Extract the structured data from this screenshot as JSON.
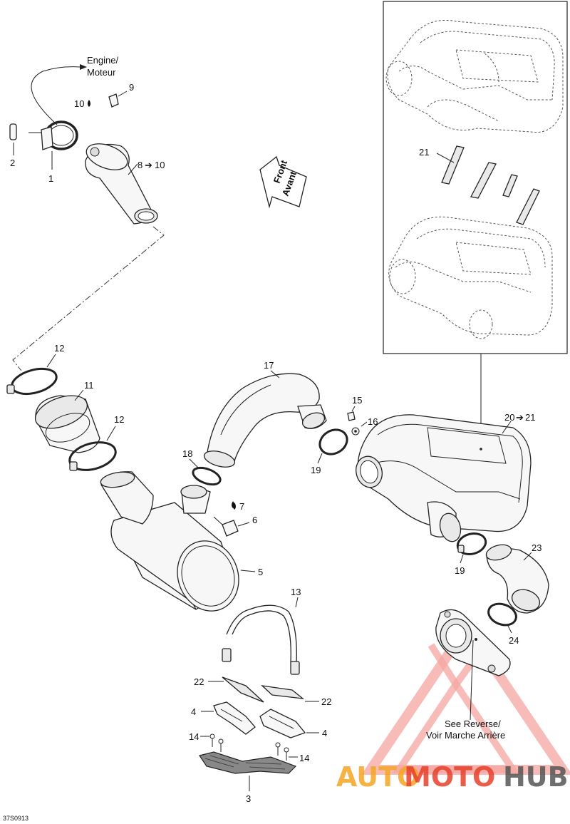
{
  "engine_label_line1": "Engine/",
  "engine_label_line2": "Moteur",
  "front_label_line1": "Front",
  "front_label_line2": "Avant",
  "see_reverse_line1": "See Reverse/",
  "see_reverse_line2": "Voir Marche Arrière",
  "figure_code": "37S0913",
  "watermark": {
    "part1": "AUTO",
    "part2": "MOTO",
    "part3": "HUB",
    "color1": "#f5a623",
    "color2": "#e8412c",
    "color3": "#555555"
  },
  "callouts": {
    "c1": "1",
    "c2": "2",
    "c3": "3",
    "c4a": "4",
    "c4b": "4",
    "c5": "5",
    "c6": "6",
    "c7": "7",
    "c8": "8",
    "c8_target": "10",
    "c9": "9",
    "c10": "10",
    "c11": "11",
    "c12a": "12",
    "c12b": "12",
    "c13": "13",
    "c14a": "14",
    "c14b": "14",
    "c15": "15",
    "c16": "16",
    "c17": "17",
    "c18": "18",
    "c19a": "19",
    "c19b": "19",
    "c20": "20",
    "c20_target": "21",
    "c21": "21",
    "c22a": "22",
    "c22b": "22",
    "c23": "23",
    "c24": "24"
  }
}
